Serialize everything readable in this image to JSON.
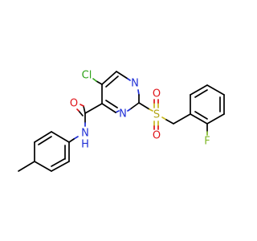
{
  "molecule": {
    "atom_labels": {
      "cl": "Cl",
      "n_ring_top": "N",
      "n_ring_bottom": "N",
      "o_amide": "O",
      "nh": "N",
      "h": "H",
      "s": "S",
      "o_sulfonyl_top": "O",
      "o_sulfonyl_bottom": "O",
      "f": "F"
    },
    "colors": {
      "carbon_bond": "#000000",
      "nitrogen": "#1f2fd6",
      "oxygen": "#e0161b",
      "sulfur": "#c8b820",
      "chlorine": "#2fa31a",
      "fluorine": "#7fb827",
      "background": "#ffffff"
    }
  }
}
